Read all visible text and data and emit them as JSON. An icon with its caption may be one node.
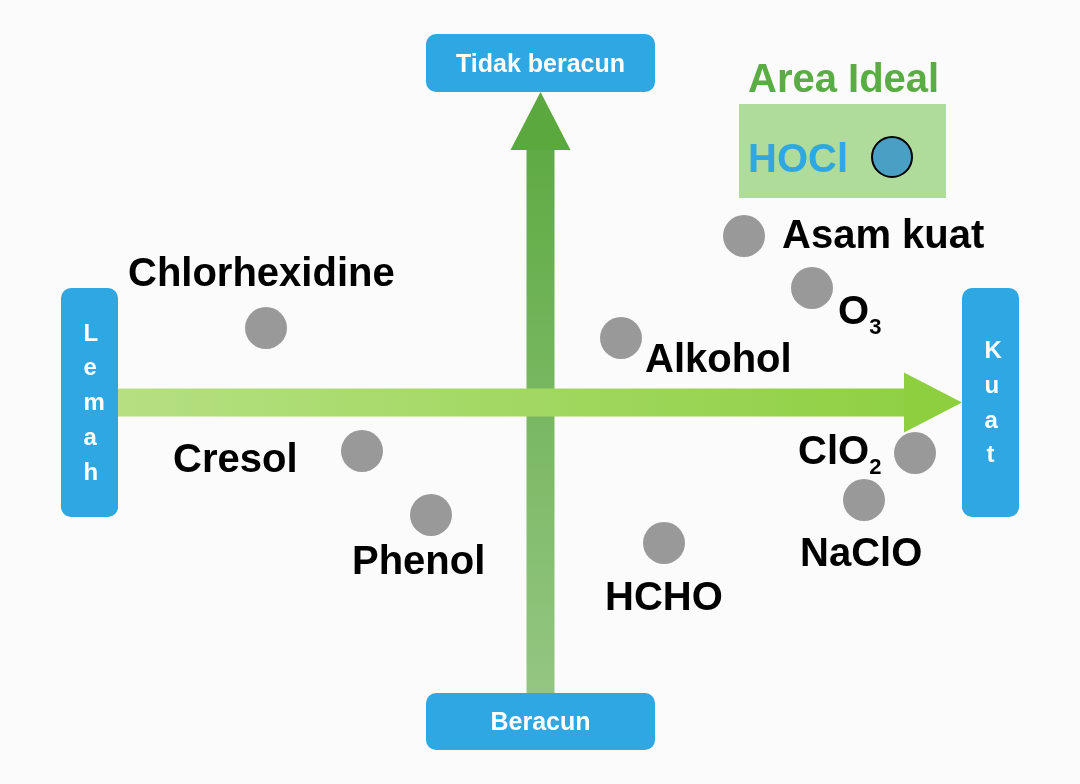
{
  "diagram": {
    "nodes": [
      {
        "text": [
          "Tidak beracun"
        ]
      },
      {
        "text": [
          "Area Ideal"
        ]
      },
      {
        "text": [],
        "shape": "circle",
        "in": 1,
        "beside": [
          "HOCl"
        ]
      },
      {
        "text": [],
        "shape": "circle",
        "beside": [
          "Asam kuat"
        ]
      },
      {
        "text": [],
        "shape": "circle",
        "beside": [
          "Chlorhexidine"
        ]
      },
      {
        "text": [],
        "shape": "circle",
        "beside": [
          "O$_{3}$"
        ]
      },
      {
        "text": [
          "Lemah"
        ]
      },
      {
        "text": [],
        "shape": "circle",
        "beside": [
          "Alkohol"
        ]
      },
      {
        "text": [
          "Kuat"
        ]
      },
      {
        "text": [],
        "shape": "circle",
        "beside": [
          "Cresol"
        ]
      },
      {
        "text": [],
        "shape": "circle",
        "beside": [
          "ClO$_{2}$"
        ]
      },
      {
        "text": [],
        "shape": "circle",
        "beside": [
          "NaClO"
        ]
      },
      {
        "text": [],
        "shape": "circle",
        "beside": [
          "Phenol"
        ]
      },
      {
        "text": [],
        "shape": "circle",
        "beside": [
          "HCHO"
        ]
      },
      {
        "text": [
          "Beracun"
        ]
      }
    ],
    "edges": [
      {
        "from": 14,
        "to": 0,
        "arrow": "to",
        "style": "thick",
        "color": "#5aa83e"
      },
      {
        "from": 6,
        "to": 8,
        "arrow": "to",
        "style": "thick",
        "color": "#8dcf3f"
      }
    ]
  }
}
